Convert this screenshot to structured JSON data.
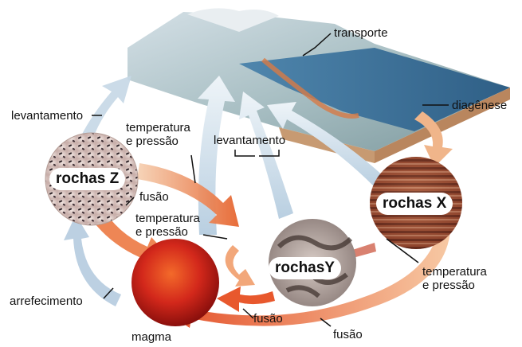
{
  "diagram": {
    "colors": {
      "arrow_light": "#dbe7f1",
      "arrow_blue": "#8fb3d3",
      "arrow_orange": "#e8713a",
      "arrow_peach": "#f4c9a6",
      "magma": "#c7231a",
      "sea": "#3c6e97"
    },
    "labels": {
      "transporte": "transporte",
      "diagenese": "diagênese",
      "levantamento_left": "levantamento",
      "levantamento_center": "levantamento",
      "temp_pressao_top": "temperatura\ne pressão",
      "fusao_left": "fusão",
      "temp_pressao_mid": "temperatura\ne pressão",
      "temp_pressao_right": "temperatura\ne pressão",
      "arrefecimento": "arrefecimento",
      "fusao_bottom_center": "fusão",
      "fusao_bottom_right": "fusão",
      "magma": "magma"
    },
    "rocks": {
      "z": "rochas Z",
      "x": "rochas X",
      "y": "rochasY"
    }
  }
}
